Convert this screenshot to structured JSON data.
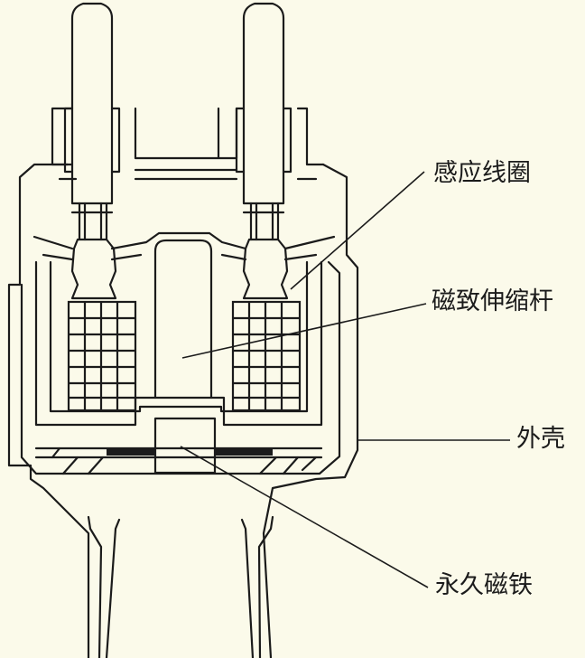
{
  "labels": {
    "induction_coil": "感应线圈",
    "magnetostrictive_rod": "磁致伸缩杆",
    "housing": "外壳",
    "permanent_magnet": "永久磁铁"
  },
  "colors": {
    "background": "#FBFAEA",
    "stroke": "#1b1b1b"
  }
}
